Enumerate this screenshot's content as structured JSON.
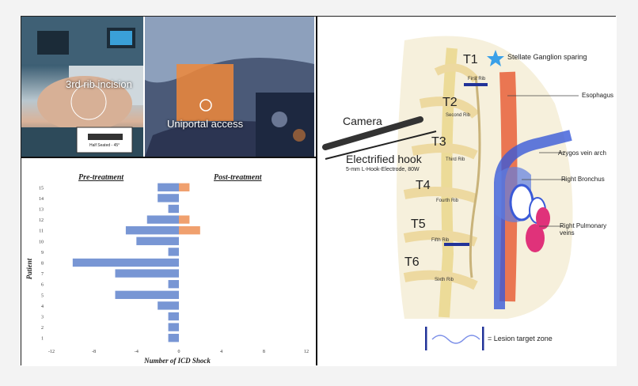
{
  "photos": {
    "left_caption": "3rd rib incision",
    "left_sign": "Half Seated - 45°",
    "right_caption": "Uniportal access"
  },
  "chart_data": {
    "type": "bar",
    "orientation": "horizontal",
    "categories": [
      "1",
      "2",
      "3",
      "4",
      "5",
      "6",
      "7",
      "8",
      "9",
      "10",
      "11",
      "12",
      "13",
      "14",
      "15"
    ],
    "series": [
      {
        "name": "Pre-treatment",
        "values": [
          -1,
          -1,
          -1,
          -2,
          -6,
          -1,
          -6,
          -10,
          -1,
          -4,
          -5,
          -3,
          -1,
          -2,
          -2
        ],
        "color": "#7896d4"
      },
      {
        "name": "Post-treatment",
        "values": [
          0,
          0,
          0,
          0,
          0,
          0,
          0,
          0,
          0,
          0,
          2,
          1,
          0,
          0,
          1
        ],
        "color": "#f0a06e"
      }
    ],
    "xlabel": "Number of ICD Shock",
    "ylabel": "Patient",
    "xlim": [
      -12,
      12
    ],
    "xticks": [
      "-12",
      "-8",
      "-4",
      "0",
      "4",
      "8",
      "12"
    ],
    "grid": false
  },
  "anatomy": {
    "levels": [
      "T1",
      "T2",
      "T3",
      "T4",
      "T5",
      "T6"
    ],
    "ribs": [
      "First Rib",
      "Second Rib",
      "Third Rib",
      "Fourth Rib",
      "Fifth Rib",
      "Sixth Rib"
    ],
    "stellate": "Stellate Ganglion sparing",
    "camera": "Camera",
    "hook": "Electrified hook",
    "hook_sub": "5-mm L-Hook-Electrode, 80W",
    "esophagus": "Esophagus",
    "azygos": "Azygos vein arch",
    "bronchus": "Right Bronchus",
    "pulm": "Right Pulmonary veins",
    "legend": "= Lesion target zone"
  }
}
